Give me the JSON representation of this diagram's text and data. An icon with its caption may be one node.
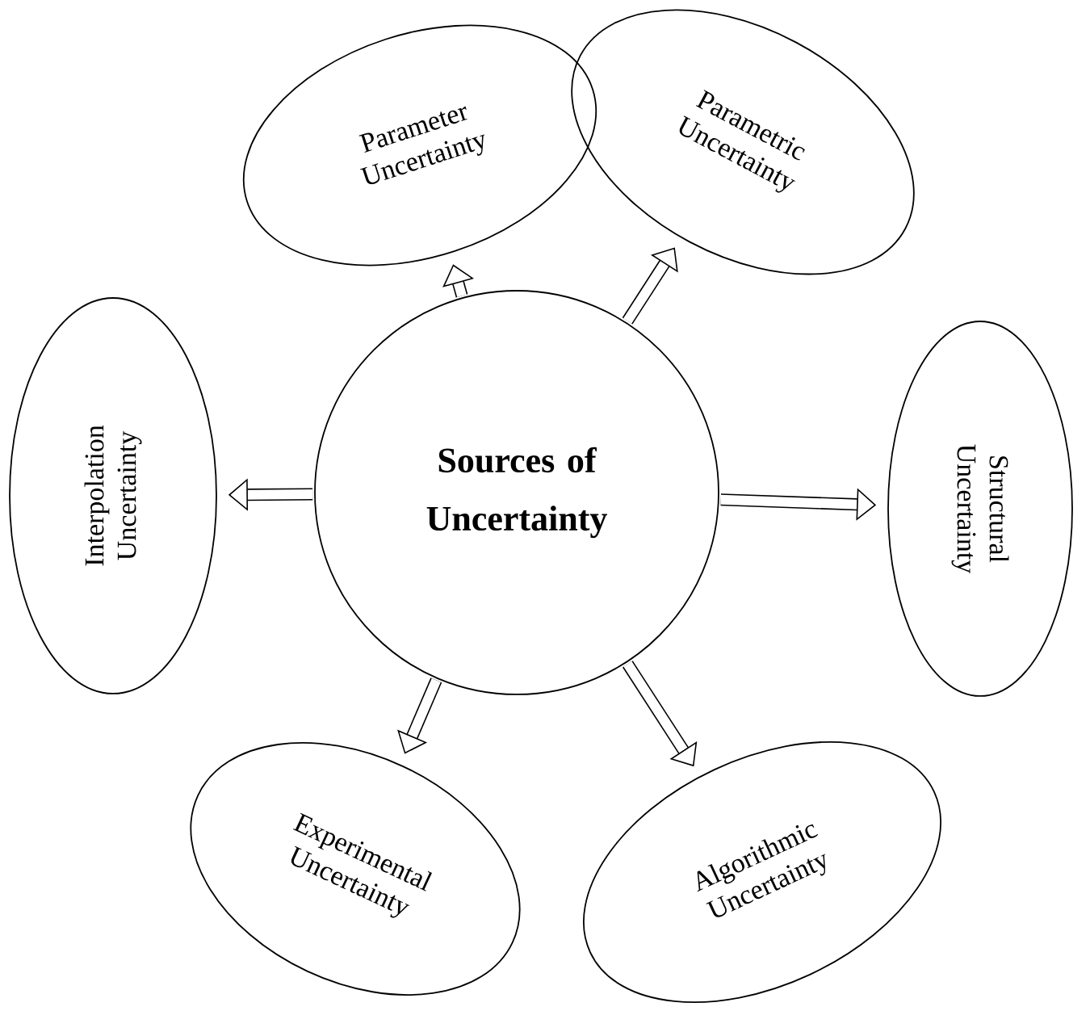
{
  "diagram": {
    "nodes": [
      {
        "text": [
          "Sources of Uncertainty"
        ]
      },
      {
        "text": [
          "Parameter Uncertainty"
        ]
      },
      {
        "text": [
          "Parametric Uncertainty"
        ]
      },
      {
        "text": [
          "Interpolation Uncertainty"
        ]
      },
      {
        "text": [
          "Structural Uncertainty"
        ]
      },
      {
        "text": [
          "Experimental Uncertainty"
        ]
      },
      {
        "text": [
          "Algorithmic Uncertainty"
        ]
      }
    ],
    "edges": [
      {
        "from": 0,
        "to": 1,
        "arrow": "to"
      },
      {
        "from": 0,
        "to": 2,
        "arrow": "to"
      },
      {
        "from": 0,
        "to": 3,
        "arrow": "to"
      },
      {
        "from": 0,
        "to": 4,
        "arrow": "to"
      },
      {
        "from": 0,
        "to": 5,
        "arrow": "to"
      },
      {
        "from": 0,
        "to": 6,
        "arrow": "to"
      }
    ]
  }
}
